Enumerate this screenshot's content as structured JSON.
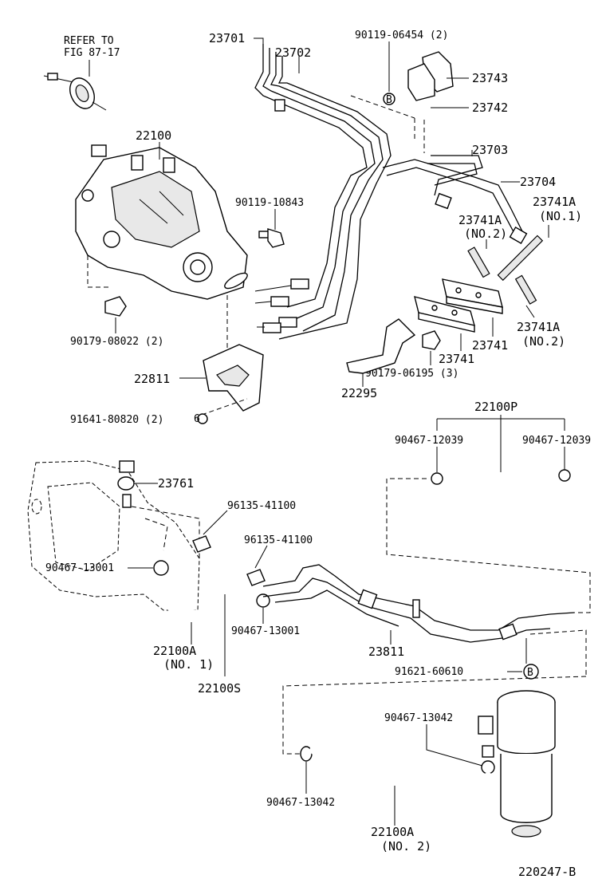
{
  "labels": {
    "refer_line1": "REFER TO",
    "refer_line2": "FIG 87-17",
    "p22100": "22100",
    "p23701": "23701",
    "p23702": "23702",
    "p90119_06454": "90119-06454 (2)",
    "p23743": "23743",
    "p23742": "23742",
    "p23703": "23703",
    "p23704": "23704",
    "p90119_10843": "90119-10843",
    "p23741A_no1_a": "23741A",
    "p23741A_no1_b": "(NO.1)",
    "p23741A_no2_a": "23741A",
    "p23741A_no2_b": "(NO.2)",
    "p23741A_no2r_a": "23741A",
    "p23741A_no2r_b": "(NO.2)",
    "p90179_08022": "90179-08022 (2)",
    "p23741_a": "23741",
    "p23741_b": "23741",
    "p90179_06195": "90179-06195 (3)",
    "p22811": "22811",
    "p22295": "22295",
    "p91641_80820": "91641-80820 (2)",
    "p22100P": "22100P",
    "p90467_12039_l": "90467-12039",
    "p90467_12039_r": "90467-12039",
    "p23761": "23761",
    "p96135_41100_a": "96135-41100",
    "p96135_41100_b": "96135-41100",
    "p90467_13001_l": "90467-13001",
    "p90467_13001_r": "90467-13001",
    "p23811": "23811",
    "p22100A_no1_a": "22100A",
    "p22100A_no1_b": "(NO. 1)",
    "p22100S": "22100S",
    "p91621_60610": "91621-60610",
    "p90467_13042_r": "90467-13042",
    "p90467_13042_l": "90467-13042",
    "p22100A_no2_a": "22100A",
    "p22100A_no2_b": "(NO. 2)",
    "marker_b": "B",
    "marker_6": "6",
    "diagram_code": "220247-B"
  }
}
